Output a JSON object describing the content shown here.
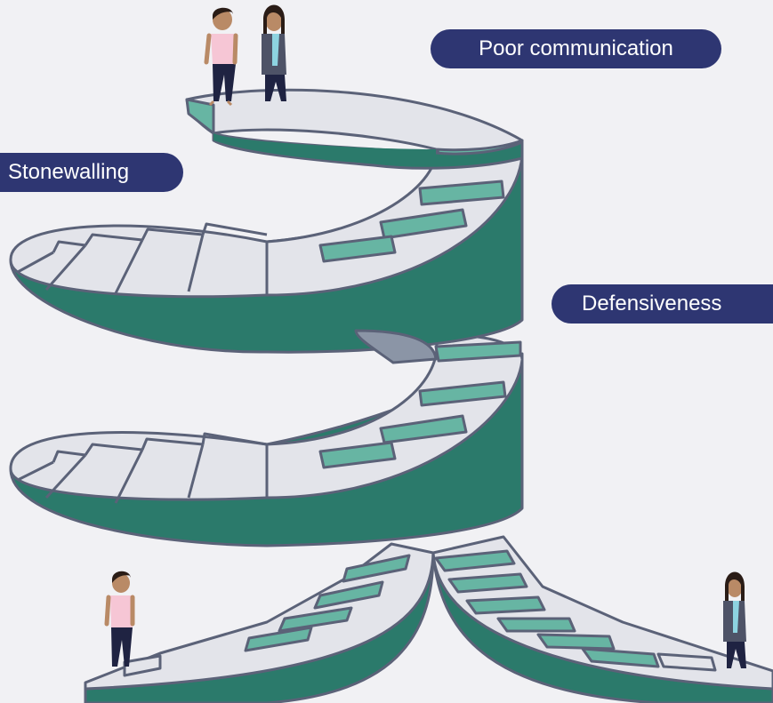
{
  "labels": {
    "top": "Poor communication",
    "left": "Stonewalling",
    "right": "Defensiveness"
  },
  "colors": {
    "background": "#f1f1f4",
    "pill": "#2e3672",
    "pill_text": "#ffffff",
    "wall": "#2b7a6b",
    "riser": "#67b5a3",
    "tread": "#e3e4ea",
    "outline": "#5b6278",
    "skin": "#b98a66",
    "hair": "#2a1c16",
    "pink_top": "#f6c6d5",
    "jacket": "#4e5367",
    "scarf": "#8dd3e0",
    "pants": "#1f2342"
  },
  "icons": [
    "person-woman-pink-icon",
    "person-woman-jacket-icon"
  ]
}
